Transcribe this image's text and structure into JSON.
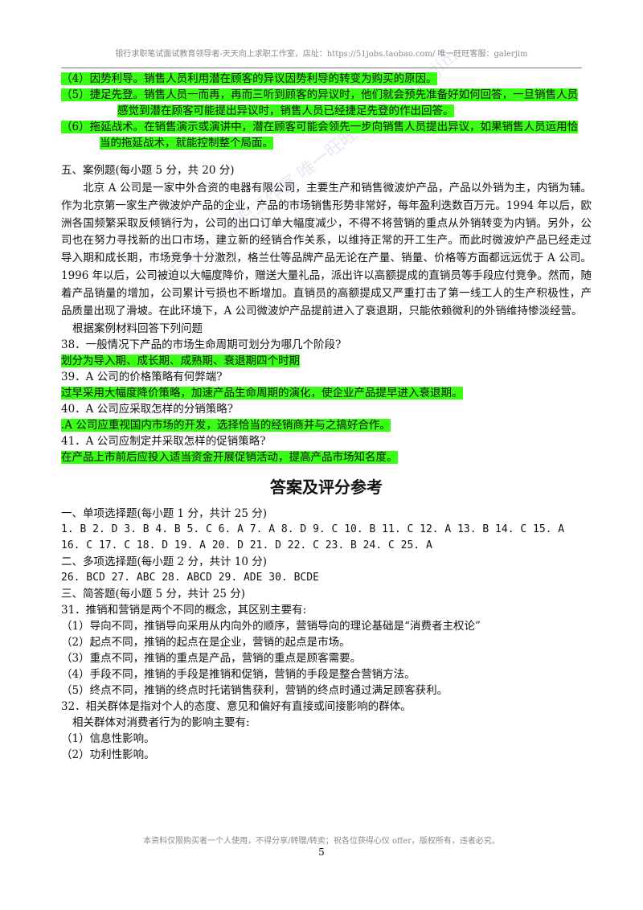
{
  "header": {
    "text": "银行求职笔试面试教育领导者-天天向上求职工作室，店址：https://51jobs.taobao.com/ 唯一旺旺客服：galerjim"
  },
  "answers_top": [
    {
      "first": "（4）因势利导。销售人员利用潜在顾客的异议因势利导的转变为购买的原因。",
      "second": ""
    },
    {
      "first": "（5）捷足先登。销售人员一而再，再而三听到顾客的异议时，他们就会预先准备好如何回答，一旦销售人员",
      "second": "感觉到潜在顾客可能提出异议时，销售人员已经捷足先登的作出回答。"
    },
    {
      "first": "（6）拖延战术。在销售演示或演讲中，潜在顾客可能会领先一步向销售人员提出异议，如果销售人员运用恰",
      "second": "当的拖延战术，就能控制整个局面。"
    }
  ],
  "case_section": {
    "heading": "五、案例题(每小题 5 分，共 20 分)",
    "passage": "北京 A 公司是一家中外合资的电器有限公司，主要生产和销售微波炉产品，产品以外销为主，内销为辅。作为北京第一家生产微波炉产品的企业，产品的市场销售形势非常好，每年盈利迭数百万元。1994 年以后，欧洲各国频繁采取反倾销行为，公司的出口订单大幅度减少，不得不将营销的重点从外销转变为内销。另外，公司也在努力寻找新的出口市场，建立新的经销合作关系，以维持正常的开工生产。而此时微波炉产品已经走过导入期和成长期，市场竞争十分激烈，格兰仕等品牌产品无论在产量、销量、价格等方面都远远优于 A 公司。1996 年以后，公司被迫以大幅度降价，赠送大量礼品，派出许以高额提成的直销员等手段应付竞争。然而，随着产品销量的增加，公司累计亏损也不断增加。直销员的高额提成又严重打击了第一线工人的生产积极性，产品质量出现了滑坡。在此环境下，A 公司微波炉产品提前进入了衰退期，只能依赖微利的外销维持惨淡经营。",
    "instruction": "根据案例材料回答下列问题",
    "questions": [
      {
        "q": "38．一般情况下产品的市场生命周期可划分为哪几个阶段?",
        "a": "划分为导入期、成长期、成熟期、衰退期四个时期"
      },
      {
        "q": "39．A 公司的价格策略有何弊端?",
        "a": "过早采用大幅度降价策略，加速产品生命周期的演化，使企业产品提早进入衰退期。"
      },
      {
        "q": "40．A 公司应采取怎样的分销策略?",
        "a": ".A 公司应重视国内市场的开发，选择恰当的经销商并与之搞好合作。"
      },
      {
        "q": "41．A 公司应制定并采取怎样的促销策略?",
        "a": "在产品上市前后应投入适当资金开展促销活动，提高产品市场知名度。"
      }
    ]
  },
  "answer_key": {
    "title": "答案及评分参考",
    "sec1_heading": "一、单项选择题(每小题 1 分，共计 25 分)",
    "sec1_line1": "1. B  2. D  3. B  4. B  5. C  6. A  7. A  8. D  9. C  10. B  11. C  12. A  13. B  14. C  15. A",
    "sec1_line2": "16. C  17. C  18. D  19. A  20. D  21. D  22. C  23. B  24. C  25. A",
    "sec2_heading": "二、多项选择题(每小题 2 分，共计 10 分)",
    "sec2_line": "26. BCD  27. ABC  28. ABCD  29. ADE  30. BCDE",
    "sec3_heading": "三、简答题(每小题 5 分，共计 25 分)",
    "q31_intro": "31．推销和营销是两个不同的概念，其区别主要有:",
    "q31_items": [
      "（1）导向不同，推销导向采用从内向外的顺序，营销导向的理论基础是“消费者主权论”",
      "（2）起点不同，推销的起点在是企业，营销的起点是市场。",
      "（3）重点不同，推销的重点是产品，营销的重点是顾客需要。",
      "（4）手段不同，推销的手段是推销和促销，营销的手段是整合营销方法。",
      "（5）终点不同，推销的终点时托诺销售获利，营销的终点时通过满足顾客获利。"
    ],
    "q32_intro": "32．相关群体是指对个人的态度、意见和偏好有直接或间接影响的群体。",
    "q32_sub": "相关群体对消费者行为的影响主要有:",
    "q32_items": [
      "（1）信息性影响。",
      "（2）功利性影响。"
    ]
  },
  "footer": {
    "text": "本资料仅限购买者一个人使用，不得分享/转赠/转卖；祝各位获得心仪 offer，版权所有，违者必究。",
    "page_number": "5"
  },
  "watermark": {
    "text": "天天向上求职工作室 唯一旺旺客服：galerjim"
  },
  "colors": {
    "highlight": "#39ff14"
  }
}
